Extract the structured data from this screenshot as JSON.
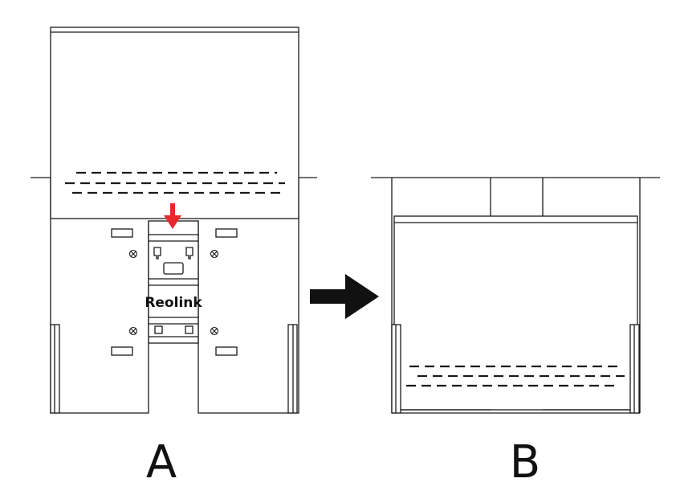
{
  "figure": {
    "panels": [
      {
        "id": "A",
        "label": "A"
      },
      {
        "id": "B",
        "label": "B"
      }
    ],
    "bracket": {
      "brand_text": "Reolink"
    },
    "colors": {
      "line": "#1a1a1a",
      "fill": "#ffffff",
      "direction_arrow": "#e8262b",
      "step_arrow": "#111111"
    },
    "icons": {
      "push_down": "arrow-down-icon",
      "next_step": "arrow-right-icon",
      "screw": "screw-icon"
    }
  }
}
